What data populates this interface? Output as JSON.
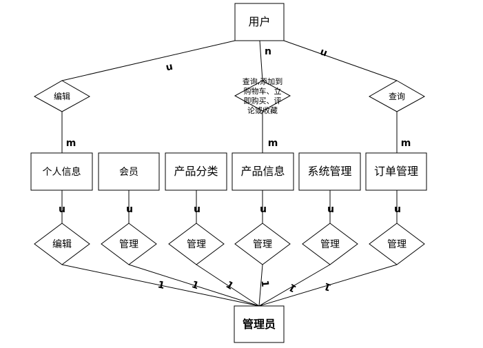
{
  "entities": {
    "user": "用户",
    "personal_info": "个人信息",
    "member": "会员",
    "product_category": "产品分类",
    "product_info": "产品信息",
    "system_management": "系统管理",
    "order_management": "订单管理",
    "admin": "管理员"
  },
  "relationships": {
    "top_edit": "编辑",
    "top_actions": [
      "查询,添加到",
      "购物车、立",
      "即购买、评",
      "论或收藏"
    ],
    "top_query": "查询",
    "bottom_edit": "编辑",
    "bottom_manage": "管理"
  },
  "cardinalities": {
    "n": "n",
    "m": "m",
    "one": "1"
  }
}
